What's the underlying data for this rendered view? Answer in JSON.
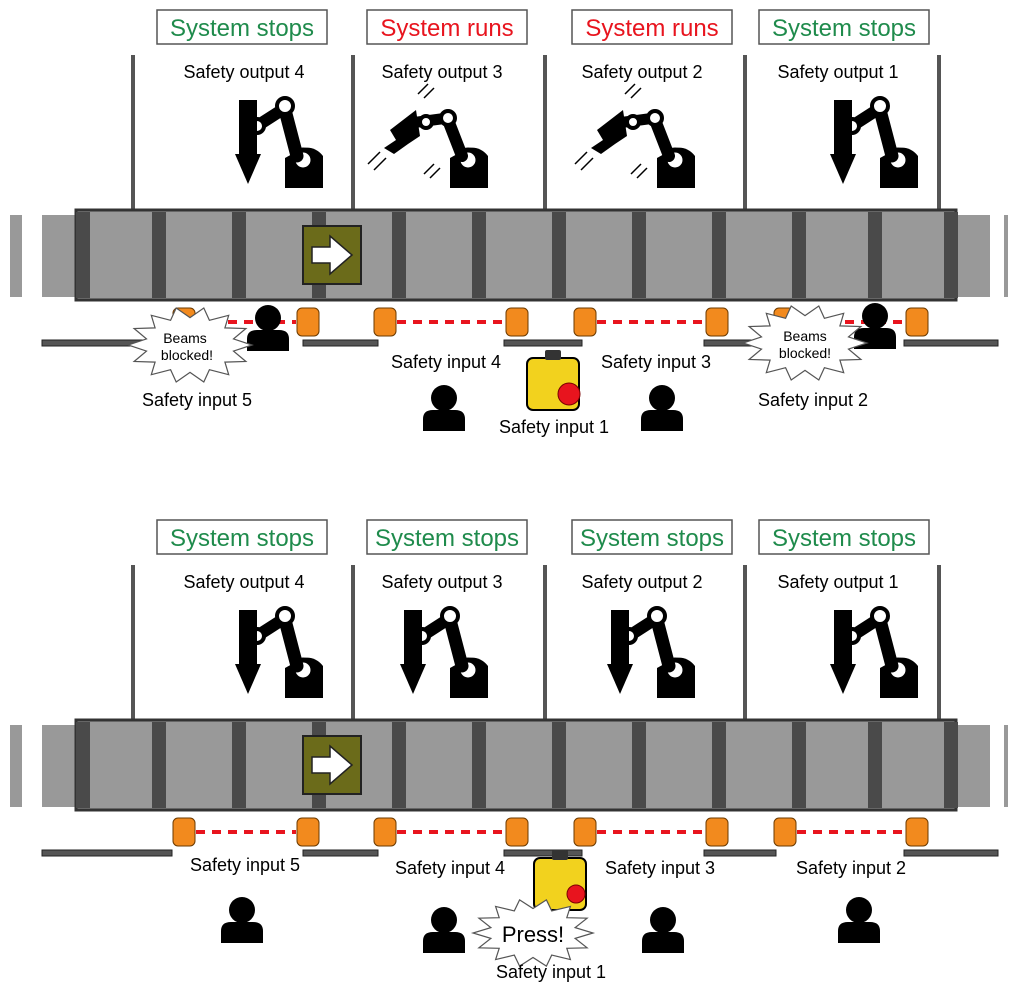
{
  "colors": {
    "stops": "#1f8b4c",
    "runs": "#e8141e",
    "belt": "#999999",
    "belt_slat": "#4a4a4a",
    "sensor": "#f28a1e",
    "beam": "#e8141e",
    "arrow_box": "#6b6b1a",
    "estop_body": "#f2d21e",
    "estop_button": "#e8141e"
  },
  "panels": [
    {
      "statuses": [
        {
          "text": "System stops",
          "state": "stops"
        },
        {
          "text": "System runs",
          "state": "runs"
        },
        {
          "text": "System runs",
          "state": "runs"
        },
        {
          "text": "System stops",
          "state": "stops"
        }
      ],
      "outputs": [
        "Safety output 4",
        "Safety output 3",
        "Safety output 2",
        "Safety output 1"
      ],
      "robot_motion": [
        "stopped",
        "moving",
        "moving",
        "stopped"
      ],
      "inputs": {
        "in5": "Safety input 5",
        "in4": "Safety input 4",
        "in3": "Safety input 3",
        "in2": "Safety input 2",
        "in1": "Safety input 1"
      },
      "callouts": {
        "left": [
          "Beams",
          "blocked!"
        ],
        "right": [
          "Beams",
          "blocked!"
        ]
      }
    },
    {
      "statuses": [
        {
          "text": "System stops",
          "state": "stops"
        },
        {
          "text": "System stops",
          "state": "stops"
        },
        {
          "text": "System stops",
          "state": "stops"
        },
        {
          "text": "System stops",
          "state": "stops"
        }
      ],
      "outputs": [
        "Safety output 4",
        "Safety output 3",
        "Safety output 2",
        "Safety output 1"
      ],
      "robot_motion": [
        "stopped",
        "stopped",
        "stopped",
        "stopped"
      ],
      "inputs": {
        "in5": "Safety input 5",
        "in4": "Safety input 4",
        "in3": "Safety input 3",
        "in2": "Safety input 2",
        "in1": "Safety input 1"
      },
      "callouts": {
        "press": "Press!"
      }
    }
  ]
}
